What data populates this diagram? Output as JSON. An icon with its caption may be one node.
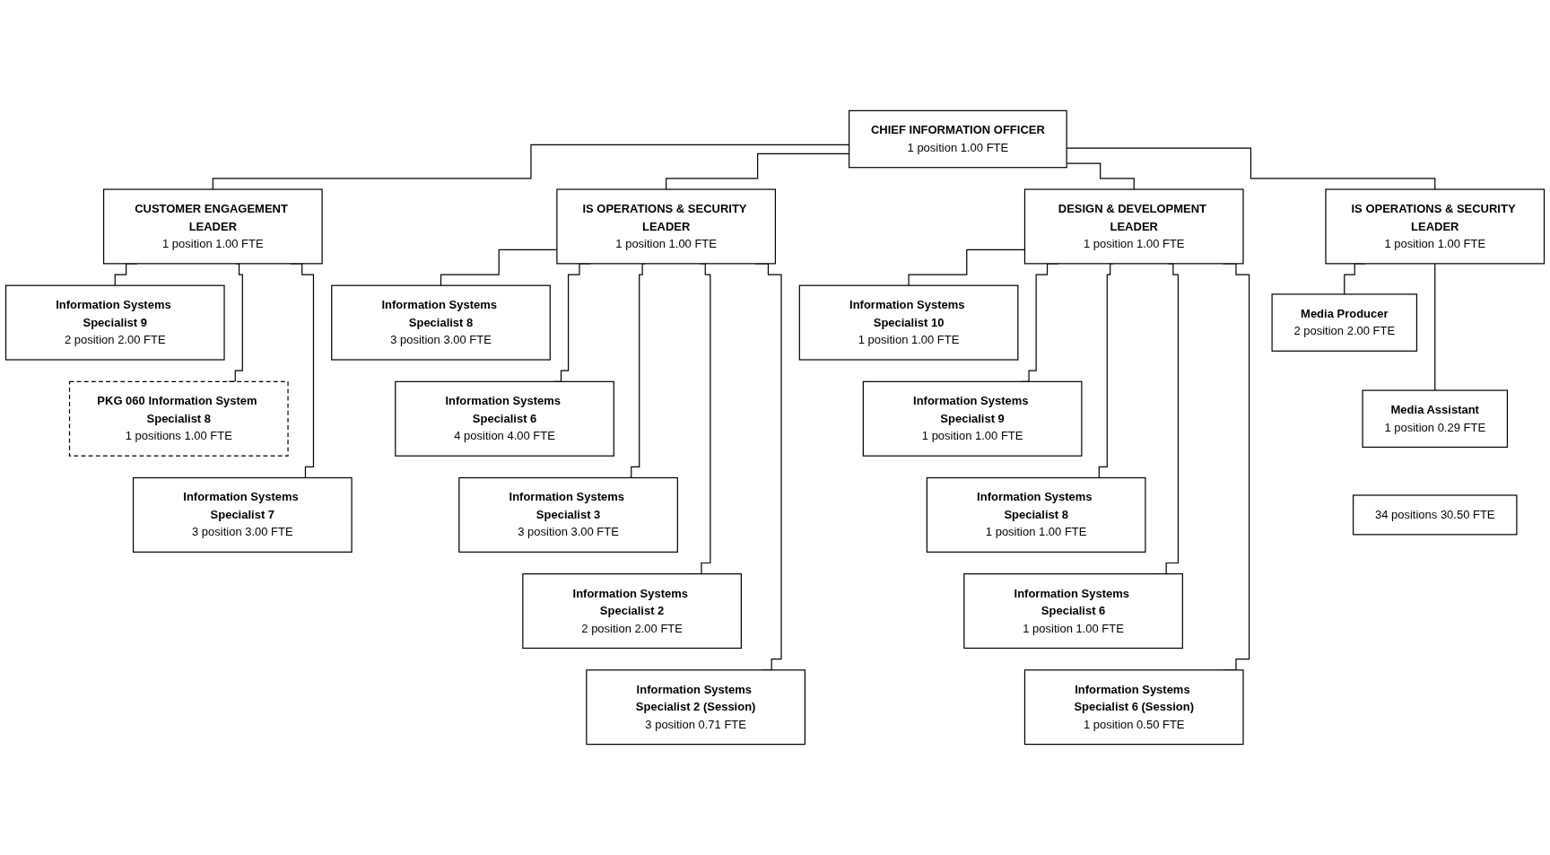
{
  "diagram": {
    "nodes": [
      {
        "text": [
          "CHIEF INFORMATION OFFICER",
          "1 position 1.00 FTE"
        ]
      },
      {
        "text": [
          "CUSTOMER ENGAGEMENT LEADER",
          "1 position 1.00 FTE"
        ]
      },
      {
        "text": [
          "IS OPERATIONS & SECURITY LEADER",
          "1 position 1.00 FTE"
        ]
      },
      {
        "text": [
          "DESIGN & DEVELOPMENT LEADER",
          "1 position 1.00 FTE"
        ]
      },
      {
        "text": [
          "IS OPERATIONS & SECURITY LEADER",
          "1 position 1.00 FTE"
        ]
      },
      {
        "text": [
          "Information Systems Specialist 9",
          "2 position 2.00 FTE"
        ]
      },
      {
        "text": [
          "PKG 060 Information System Specialist 8",
          "1 positions 1.00 FTE"
        ]
      },
      {
        "text": [
          "Information Systems Specialist 7",
          "3 position 3.00 FTE"
        ]
      },
      {
        "text": [
          "Information Systems Specialist 8",
          "3 position 3.00 FTE"
        ]
      },
      {
        "text": [
          "Information Systems Specialist 6",
          "4 position 4.00 FTE"
        ]
      },
      {
        "text": [
          "Information Systems Specialist 3",
          "3 position 3.00 FTE"
        ]
      },
      {
        "text": [
          "Information Systems Specialist 2",
          "2 position 2.00 FTE"
        ]
      },
      {
        "text": [
          "Information Systems Specialist 2 (Session)",
          "3 position 0.71 FTE"
        ]
      },
      {
        "text": [
          "Information Systems Specialist 10",
          "1 position 1.00 FTE"
        ]
      },
      {
        "text": [
          "Information Systems Specialist 9",
          "1 position 1.00 FTE"
        ]
      },
      {
        "text": [
          "Information Systems Specialist 8",
          "1 position 1.00 FTE"
        ]
      },
      {
        "text": [
          "Information Systems Specialist 6",
          "1 position 1.00 FTE"
        ]
      },
      {
        "text": [
          "Information Systems Specialist 6 (Session)",
          "1 position 0.50 FTE"
        ]
      },
      {
        "text": [
          "Media Producer",
          "2 position 2.00 FTE"
        ]
      },
      {
        "text": [
          "Media Assistant",
          "1 position 0.29 FTE"
        ]
      },
      {
        "text": [
          "34 positions 30.50 FTE"
        ]
      }
    ],
    "edges": [
      {
        "from": 0,
        "to": 1,
        "arrow": "none"
      },
      {
        "from": 0,
        "to": 2,
        "arrow": "none"
      },
      {
        "from": 0,
        "to": 3,
        "arrow": "none"
      },
      {
        "from": 0,
        "to": 4,
        "arrow": "none"
      },
      {
        "from": 1,
        "to": 5,
        "arrow": "none"
      },
      {
        "from": 1,
        "to": 6,
        "arrow": "none"
      },
      {
        "from": 1,
        "to": 7,
        "arrow": "none"
      },
      {
        "from": 2,
        "to": 8,
        "arrow": "none"
      },
      {
        "from": 2,
        "to": 9,
        "arrow": "none"
      },
      {
        "from": 2,
        "to": 10,
        "arrow": "none"
      },
      {
        "from": 2,
        "to": 11,
        "arrow": "none"
      },
      {
        "from": 2,
        "to": 12,
        "arrow": "none"
      },
      {
        "from": 3,
        "to": 13,
        "arrow": "none"
      },
      {
        "from": 3,
        "to": 14,
        "arrow": "none"
      },
      {
        "from": 3,
        "to": 15,
        "arrow": "none"
      },
      {
        "from": 3,
        "to": 16,
        "arrow": "none"
      },
      {
        "from": 3,
        "to": 17,
        "arrow": "none"
      },
      {
        "from": 4,
        "to": 18,
        "arrow": "none"
      },
      {
        "from": 4,
        "to": 19,
        "arrow": "none"
      }
    ]
  }
}
